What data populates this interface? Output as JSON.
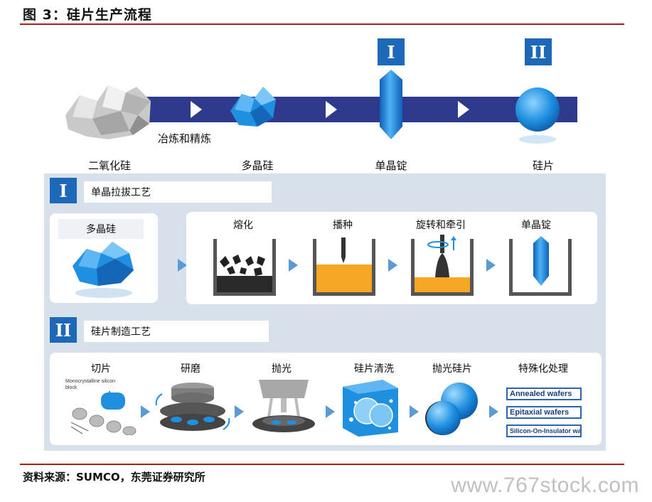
{
  "figure_title": "图 3：硅片生产流程",
  "top_flow": {
    "stages": [
      "二氧化硅",
      "多晶硅",
      "单晶锭",
      "硅片"
    ],
    "process_label": "冶炼和精炼",
    "roman_1": "I",
    "roman_2": "II"
  },
  "section1": {
    "tag": "单晶拉拔工艺",
    "input_label": "多晶硅",
    "steps": [
      "熔化",
      "播种",
      "旋转和牵引",
      "单晶锭"
    ]
  },
  "section2": {
    "tag": "硅片制造工艺",
    "steps": [
      "切片",
      "研磨",
      "抛光",
      "硅片清洗",
      "抛光硅片",
      "特殊化处理"
    ],
    "block_caption": "Monocrystalline silicon block",
    "wafer_types": [
      "Annealed wafers",
      "Epitaxial wafers",
      "Silicon-On-Insulator wafers"
    ]
  },
  "source": "资料来源：SUMCO，东莞证券研究所",
  "watermark": "www.767stock.com",
  "colors": {
    "accent_red": "#b01c1c",
    "flow_bar": "#2e3a8c",
    "roman_box": "#1e68b8",
    "panel_bg": "#d7e1ec",
    "silicon_blue": "#1f8fe0",
    "melt_orange": "#f5a623"
  }
}
